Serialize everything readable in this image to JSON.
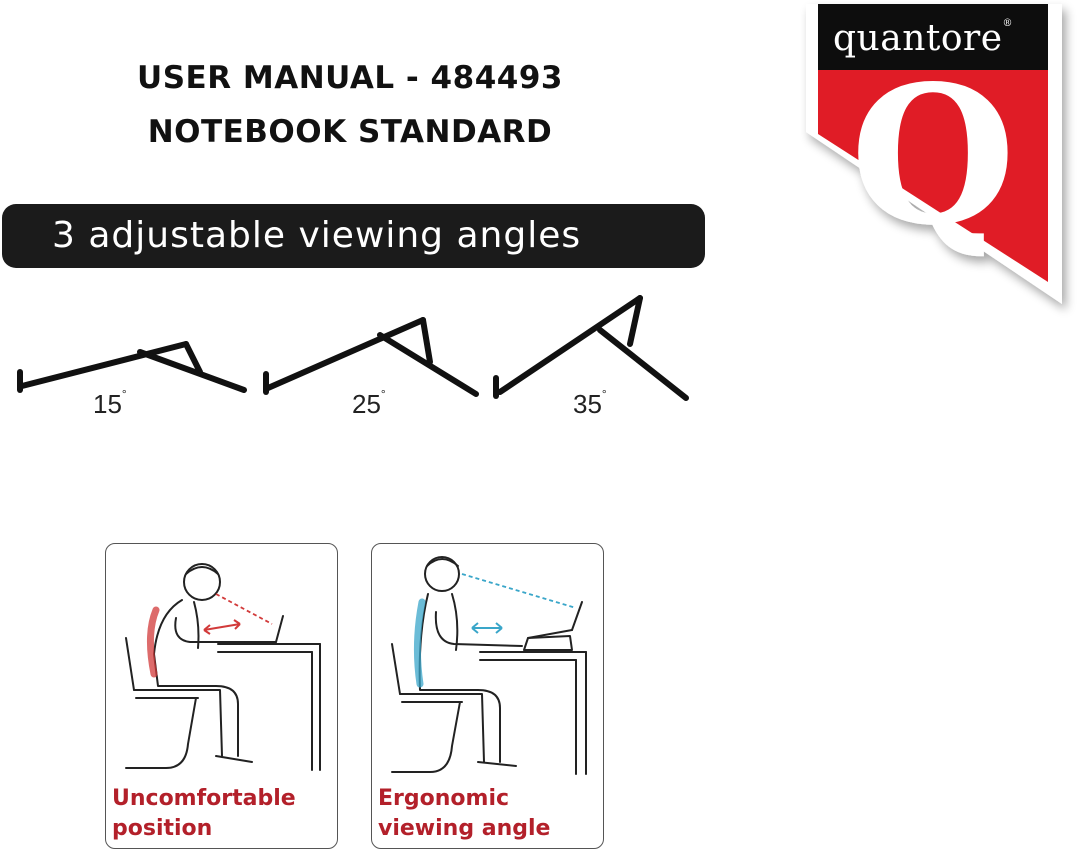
{
  "header": {
    "title_line_1": "USER MANUAL - 484493",
    "title_line_2": "NOTEBOOK STANDARD"
  },
  "banner": {
    "text": "3 adjustable viewing angles"
  },
  "angles": [
    {
      "value": "15",
      "unit": "°"
    },
    {
      "value": "25",
      "unit": "°"
    },
    {
      "value": "35",
      "unit": "°"
    }
  ],
  "logo": {
    "brand": "quantore",
    "registered": "®",
    "letter": "Q",
    "colors": {
      "red": "#e01e26",
      "black": "#111111",
      "white": "#ffffff"
    }
  },
  "panels": [
    {
      "caption_line_1": "Uncomfortable",
      "caption_line_2": "position"
    },
    {
      "caption_line_1": "Ergonomic",
      "caption_line_2": "viewing angle"
    }
  ],
  "colors": {
    "caption_red": "#b3202a",
    "banner_bg": "#1b1b1b",
    "strain_red": "#d23a3a",
    "good_blue": "#3aa6c9"
  }
}
